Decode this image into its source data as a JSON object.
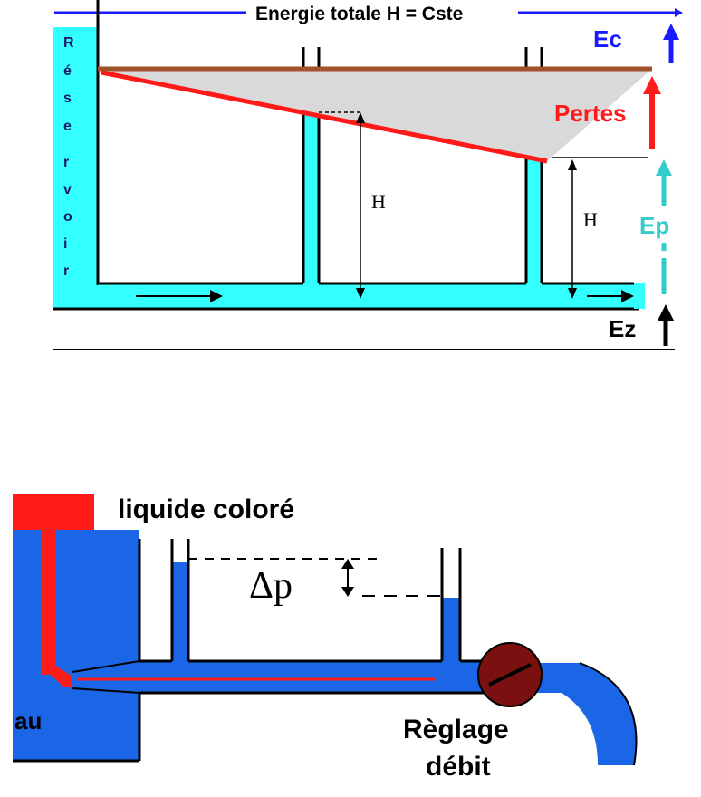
{
  "top_diagram": {
    "title": "Energie totale H = Cste",
    "reservoir_letters": [
      "R",
      "é",
      "s",
      "e",
      "r",
      "v",
      "o",
      "i",
      "r"
    ],
    "labels": {
      "ec": "Ec",
      "pertes": "Pertes",
      "ep": "Ep",
      "ez": "Ez",
      "h_left": "H",
      "h_right": "H"
    },
    "colors": {
      "water": "#33ffff",
      "total_energy_line": "#a0522d",
      "loss_line": "#ff1a1a",
      "loss_area": "#d9d9d9",
      "ec": "#1a1aff",
      "pertes": "#ff1a1a",
      "ep": "#33cccc",
      "ez": "#000000"
    }
  },
  "bottom_diagram": {
    "liquid_label": "liquide coloré",
    "delta_p_label": "Δp",
    "valve_label_line1": "Règlage",
    "valve_label_line2": "débit",
    "tank_label": "au",
    "colors": {
      "water": "#1a66e6",
      "dye": "#ff1a1a",
      "valve": "#7a1010"
    }
  }
}
